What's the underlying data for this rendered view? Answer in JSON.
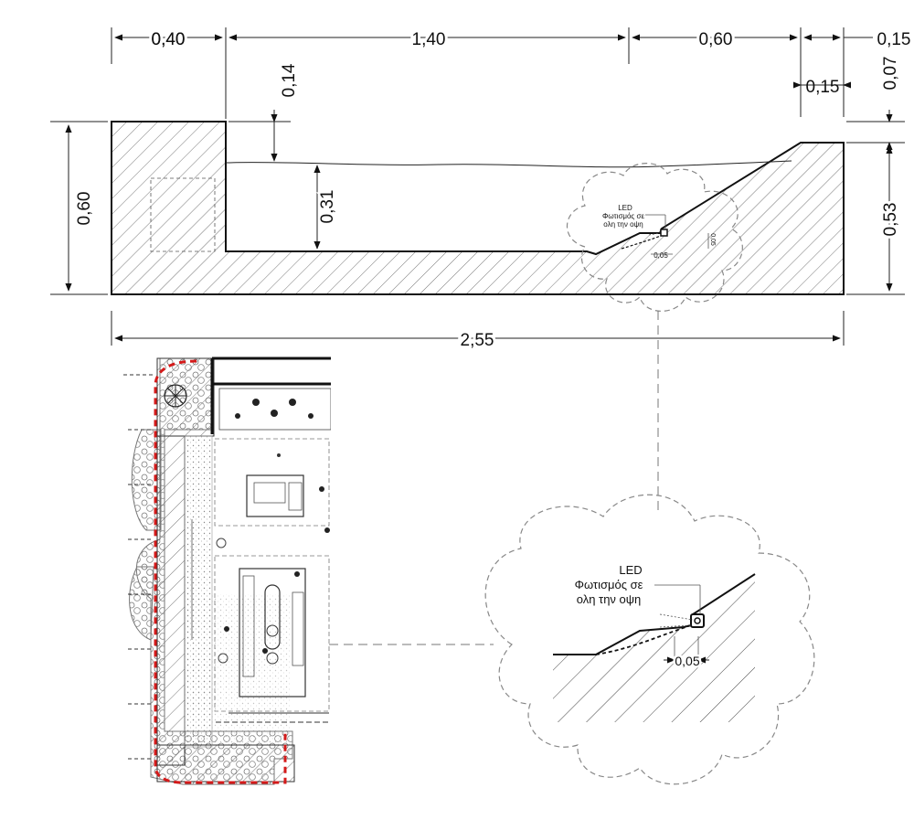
{
  "dimensions": {
    "top_width_1": "0,40",
    "top_width_2": "1,40",
    "top_width_3": "0,60",
    "top_width_4": "0,15",
    "sub_width": "0,15",
    "step_height": "0,14",
    "water_depth": "0,31",
    "total_height": "0,60",
    "right_top": "0,07",
    "right_height": "0,53",
    "total_length": "2,55",
    "led_small": "0,05",
    "led_small_vert": "0,05",
    "detail_led": "0,05"
  },
  "led_note": {
    "line1": "LED",
    "line2": "Φωτισμός σε",
    "line3": "ολη την οψη"
  },
  "detail_note": {
    "line1": "LED",
    "line2": "Φωτισμός σε",
    "line3": "ολη την οψη"
  },
  "colors": {
    "line": "#222222",
    "hatch": "#555555",
    "highlight": "#d41a1a"
  }
}
